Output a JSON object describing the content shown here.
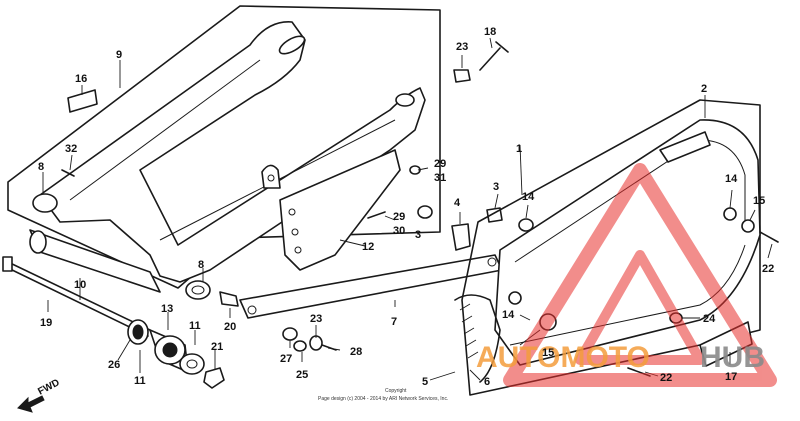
{
  "callouts": {
    "c1": "1",
    "c2": "2",
    "c3a": "3",
    "c3b": "3",
    "c4": "4",
    "c5": "5",
    "c6": "6",
    "c7": "7",
    "c8a": "8",
    "c8b": "8",
    "c9": "9",
    "c10": "10",
    "c11a": "11",
    "c11b": "11",
    "c12": "12",
    "c13": "13",
    "c14a": "14",
    "c14b": "14",
    "c14c": "14",
    "c15a": "15",
    "c15b": "15",
    "c16": "16",
    "c17": "17",
    "c18": "18",
    "c19": "19",
    "c20": "20",
    "c21": "21",
    "c22a": "22",
    "c22b": "22",
    "c23a": "23",
    "c23b": "23",
    "c24": "24",
    "c25": "25",
    "c26": "26",
    "c27": "27",
    "c28": "28",
    "c29a": "29",
    "c29b": "29",
    "c30": "30",
    "c31": "31",
    "c32": "32"
  },
  "fwd_label": "FWD",
  "copyright": {
    "line1": "Copyright",
    "line2": "Page design (c) 2004 - 2014 by ARI Network Services, Inc."
  },
  "watermark": {
    "text_orange": "AUTOMOTO",
    "text_gray": "HUB",
    "color_red": "#e8312e",
    "color_orange": "#f39c3c",
    "color_gray": "#8a8a8a"
  },
  "colors": {
    "line": "#1a1a1a",
    "background": "#ffffff"
  }
}
